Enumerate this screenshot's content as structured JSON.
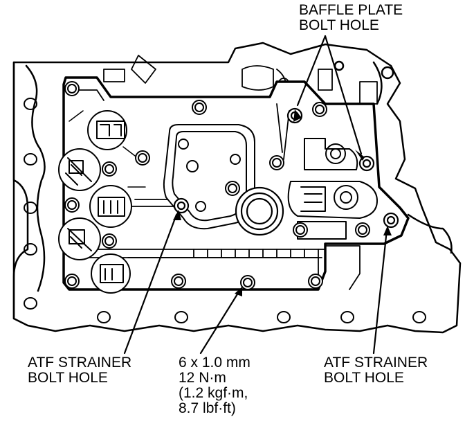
{
  "colors": {
    "line": "#000000",
    "body_fill": "#ffffff",
    "background": "#ffffff"
  },
  "callouts": {
    "baffle_plate": {
      "line1": "BAFFLE PLATE",
      "line2": "BOLT HOLE"
    },
    "atf_strainer_left": {
      "line1": "ATF STRAINER",
      "line2": "BOLT HOLE"
    },
    "bolt_spec": {
      "line1": "6 x 1.0 mm",
      "line2": "12 N·m",
      "line3": "(1.2 kgf·m,",
      "line4": "8.7 lbf·ft)"
    },
    "atf_strainer_right": {
      "line1": "ATF STRAINER",
      "line2": "BOLT HOLE"
    }
  }
}
